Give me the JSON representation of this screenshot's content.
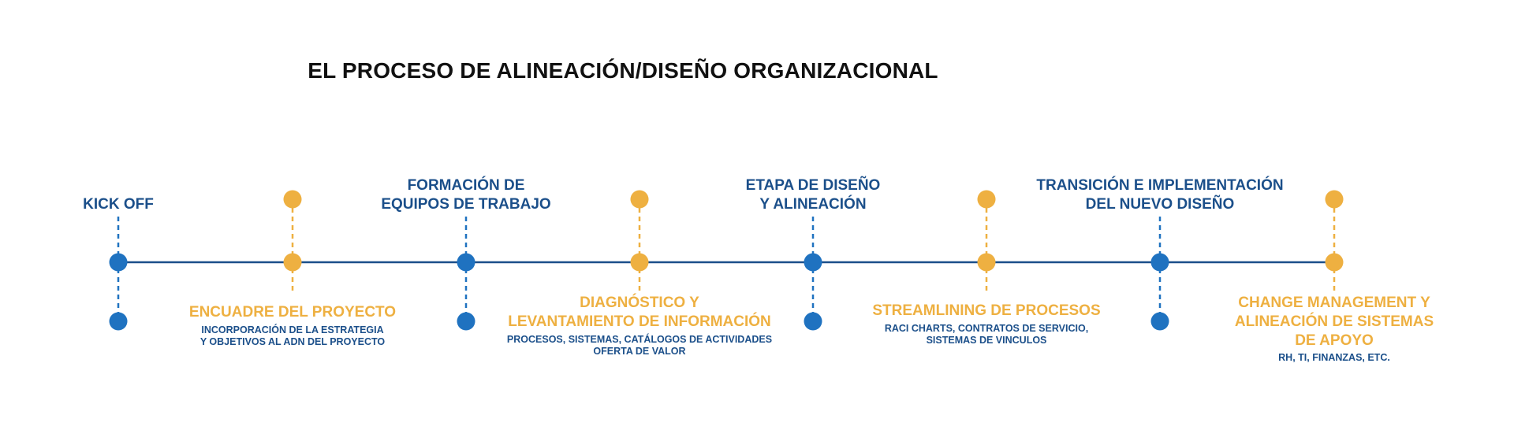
{
  "title": "EL PROCESO DE ALINEACIÓN/DISEÑO ORGANIZACIONAL",
  "colors": {
    "blue_dot": "#1f72c0",
    "blue_text": "#1b4f8a",
    "orange": "#eeb041",
    "line": "#1b4f8a"
  },
  "stages": [
    {
      "type": "blue",
      "label_lines": [
        "KICK OFF"
      ],
      "sub_lines": []
    },
    {
      "type": "orange",
      "label_lines": [
        "ENCUADRE DEL PROYECTO"
      ],
      "sub_lines": [
        "INCORPORACIÓN DE LA ESTRATEGIA",
        "Y OBJETIVOS  AL ADN DEL PROYECTO"
      ]
    },
    {
      "type": "blue",
      "label_lines": [
        "FORMACIÓN DE",
        "EQUIPOS DE TRABAJO"
      ],
      "sub_lines": []
    },
    {
      "type": "orange",
      "label_lines": [
        "DIAGNÓSTICO Y",
        "LEVANTAMIENTO DE INFORMACIÓN"
      ],
      "sub_lines": [
        "PROCESOS, SISTEMAS, CATÁLOGOS DE ACTIVIDADES",
        "OFERTA DE VALOR"
      ]
    },
    {
      "type": "blue",
      "label_lines": [
        "ETAPA DE DISEÑO",
        "Y ALINEACIÓN"
      ],
      "sub_lines": []
    },
    {
      "type": "orange",
      "label_lines": [
        "STREAMLINING DE PROCESOS"
      ],
      "sub_lines": [
        "RACI CHARTS, CONTRATOS DE SERVICIO,",
        "SISTEMAS DE VINCULOS"
      ]
    },
    {
      "type": "blue",
      "label_lines": [
        "TRANSICIÓN E IMPLEMENTACIÓN",
        "DEL NUEVO DISEÑO"
      ],
      "sub_lines": []
    },
    {
      "type": "orange",
      "label_lines": [
        "CHANGE MANAGEMENT Y",
        "ALINEACIÓN DE SISTEMAS",
        "DE APOYO"
      ],
      "sub_lines": [
        "RH, TI, FINANZAS, ETC."
      ]
    }
  ]
}
